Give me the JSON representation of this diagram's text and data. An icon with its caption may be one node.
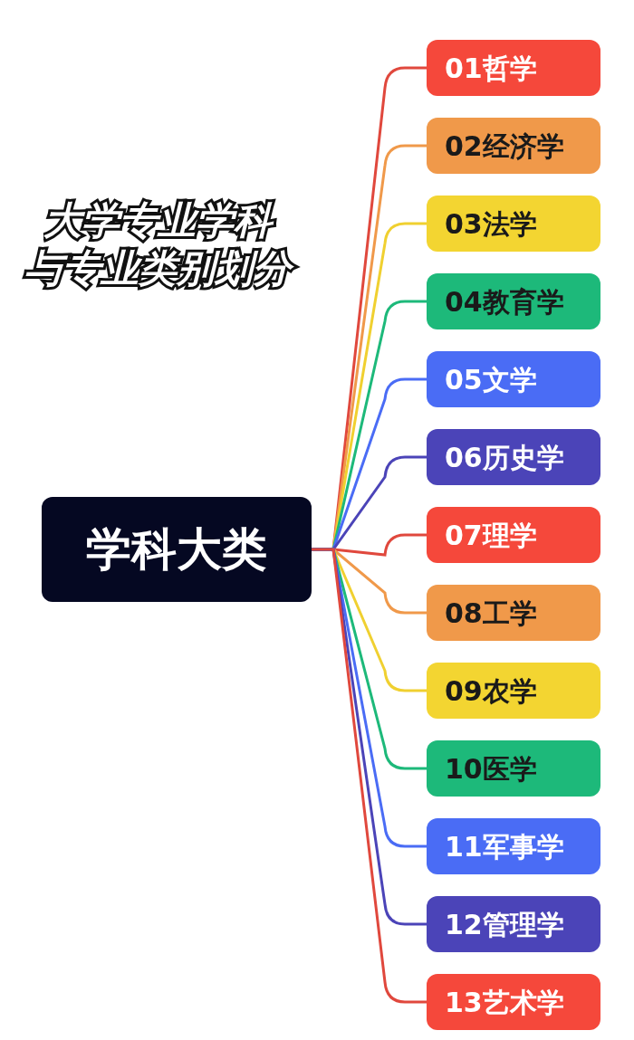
{
  "diagram": {
    "title": "大学专业学科与专业类别划分",
    "nodes": [
      {
        "text": [
          "学科大类"
        ]
      },
      {
        "text": [
          "01哲学"
        ]
      },
      {
        "text": [
          "02经济学"
        ]
      },
      {
        "text": [
          "03法学"
        ]
      },
      {
        "text": [
          "04教育学"
        ]
      },
      {
        "text": [
          "05文学"
        ]
      },
      {
        "text": [
          "06历史学"
        ]
      },
      {
        "text": [
          "07理学"
        ]
      },
      {
        "text": [
          "08工学"
        ]
      },
      {
        "text": [
          "09农学"
        ]
      },
      {
        "text": [
          "10医学"
        ]
      },
      {
        "text": [
          "11军事学"
        ]
      },
      {
        "text": [
          "12管理学"
        ]
      },
      {
        "text": [
          "13艺术学"
        ]
      }
    ],
    "edges": [
      {
        "from": 0,
        "to": 1,
        "arrow": "none",
        "color": "#e0483d"
      },
      {
        "from": 0,
        "to": 2,
        "arrow": "none",
        "color": "#f0994a"
      },
      {
        "from": 0,
        "to": 3,
        "arrow": "none",
        "color": "#f0d030"
      },
      {
        "from": 0,
        "to": 4,
        "arrow": "none",
        "color": "#1db97a"
      },
      {
        "from": 0,
        "to": 5,
        "arrow": "none",
        "color": "#4a6cf5"
      },
      {
        "from": 0,
        "to": 6,
        "arrow": "none",
        "color": "#4b44b8"
      },
      {
        "from": 0,
        "to": 7,
        "arrow": "none",
        "color": "#e0483d"
      },
      {
        "from": 0,
        "to": 8,
        "arrow": "none",
        "color": "#f0994a"
      },
      {
        "from": 0,
        "to": 9,
        "arrow": "none",
        "color": "#f0d030"
      },
      {
        "from": 0,
        "to": 10,
        "arrow": "none",
        "color": "#1db97a"
      },
      {
        "from": 0,
        "to": 11,
        "arrow": "none",
        "color": "#4a6cf5"
      },
      {
        "from": 0,
        "to": 12,
        "arrow": "none",
        "color": "#4b44b8"
      },
      {
        "from": 0,
        "to": 13,
        "arrow": "none",
        "color": "#e0483d"
      }
    ]
  }
}
